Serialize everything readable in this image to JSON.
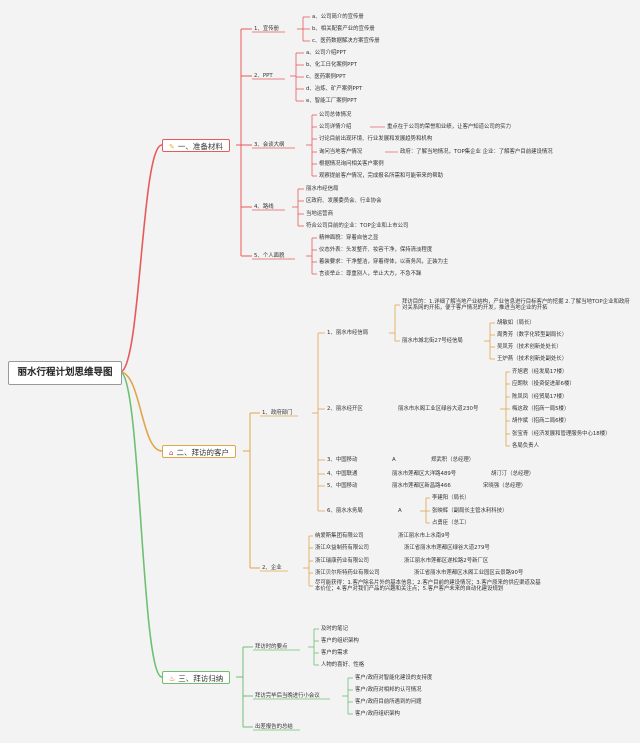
{
  "root": "丽水行程计划思维导图",
  "branches": {
    "b1": {
      "label": "一、准备材料",
      "icon": "✎",
      "color": "#e85a5a",
      "c1": {
        "label": "1、宣传册",
        "items": [
          "a、公司简介的宣传册",
          "b、相关配套产业的宣传册",
          "c、医药数据解决方案宣传册"
        ]
      },
      "c2": {
        "label": "2、PPT",
        "items": [
          "a、公司介绍PPT",
          "b、化工日化案例PPT",
          "c、医药案例PPT",
          "d、冶炼、矿产案例PPT",
          "e、智能工厂案例PPT"
        ]
      },
      "c3": {
        "label": "3、会谈大纲",
        "items": [
          "公司总体情况",
          "公司详情介绍",
          "讨论目前出现环境、行业发展和发展趋势和机构",
          "询问当地客户情况",
          "根据情况询问相关客户案例",
          "观察提前客户情况，完成报名所需和可能带来的帮助"
        ],
        "note1": "重点在于公司的荣誉和业绩，让客户知道公司的实力",
        "note2": "政府：了解当地情况，TOP集企业 企业：了解客户目前建设情况"
      },
      "c4": {
        "label": "4、路线",
        "items": [
          "丽水市经信局",
          "区政府、发展委员会、行业协会",
          "当地运营商",
          "符合公司目前的企业：TOP企业和上市公司"
        ]
      },
      "c5": {
        "label": "5、个人面貌",
        "items": [
          "精神面貌：穿着自信之显",
          "仪态外表：头发整齐、妆容干净，保持清淡程度",
          "着装要求：干净整洁，穿着得体，以商务风，正装为主",
          "言谈举止：尊重别人，举止大方，不急不躁"
        ]
      }
    },
    "b2": {
      "label": "二、拜访的客户",
      "icon": "⌂",
      "color": "#e0a64a",
      "gov": {
        "label": "1、政府部门",
        "g1": {
          "label": "1、丽水市经信局",
          "goal": "拜访目的：1.详细了解当地产业结构，产业信息进行目标客户的挖掘 2.了解当地TOP企业和政府对关系网的开拓，便于客户情况的开发，推进当地企业的开拓",
          "addr": "丽水市城北街27号经信局",
          "people": [
            "胡敏如（局长）",
            "周秀芳（数字化转型副局长）",
            "吴凤芳（技术创新处处长）",
            "王炉燕（技术创新处副处长）"
          ]
        },
        "g2": {
          "label": "2、丽水经开区",
          "addr": "丽水市水阁工业区绿谷大道230号",
          "people": [
            "齐旭君（经发局17楼）",
            "应朗秋（投资促进部6楼）",
            "陈凤凤（经贸局17楼）",
            "梅这政（招商一局5楼）",
            "胡作斌（招商二局6楼）",
            "张宝青（经济发展和管理服务中心18楼）",
            "各局负责人"
          ]
        },
        "g3": {
          "label": "3、中国移动",
          "mark": "A",
          "person": "郑武积（总经理）"
        },
        "g4": {
          "label": "4、中国联通",
          "addr": "丽水市莲都区大洋路489号",
          "person": "胡汀汀（总经理）"
        },
        "g5": {
          "label": "5、中国移动",
          "addr": "丽水市莲都区新昌路466",
          "person": "宋晓强（总经理）"
        },
        "g6": {
          "label": "6、丽水水务局",
          "mark": "A",
          "people": [
            "李建阳（局长）",
            "张映辉（副局长主管水利科技）",
            "占勇臣（总工）"
          ]
        }
      },
      "ent": {
        "label": "2、企业",
        "companies": [
          {
            "name": "纳爱斯集团有限公司",
            "addr": "浙江丽水市上水南9号"
          },
          {
            "name": "浙江众益制药有限公司",
            "addr": "浙江省丽水市莲都区绿谷大道279号"
          },
          {
            "name": "浙江瑞康药业有限公司",
            "addr": "浙江丽水市莲都区遂松路2号新厂区"
          },
          {
            "name": "浙江贝尔所特药业有限公司",
            "addr": "浙江省丽水市莲都区水阁工业园区云景路90号"
          }
        ],
        "note": "尽可能获得：1.客户除名片外的基本信息；2.客户目前的建设情况；3.客户原来的供应渠道及基本价位；4.客户对我们产品的兴趣和关注点；5.客户客户未来的自动化建设规划"
      }
    },
    "b3": {
      "label": "三、拜访归纳",
      "icon": "♨",
      "color": "#6fbf73",
      "c1": {
        "label": "拜访时的要点",
        "items": [
          "及时的笔记",
          "客户的组织架构",
          "客户的需求",
          "人物的喜好、性格"
        ]
      },
      "c2": {
        "label": "拜访完毕后当晚进行小会议",
        "items": [
          "客户/政府对智能化建设的支持度",
          "客户/政府对相邦的认可情况",
          "客户/政府目前所遇到的问题",
          "客户/政府组织架构"
        ]
      },
      "c3": {
        "label": "出差报告的总结"
      }
    }
  }
}
